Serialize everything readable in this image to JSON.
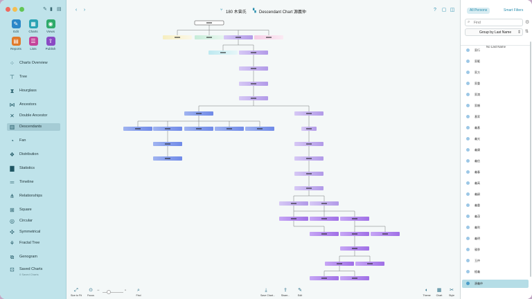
{
  "window": {
    "title": "180 木曾氏",
    "subtitle": "Descendant Chart 源義仲"
  },
  "toolbar": [
    {
      "id": "edit",
      "label": "Edit",
      "icon": "pencil-icon",
      "color": "#2a87c8"
    },
    {
      "id": "charts",
      "label": "Charts",
      "icon": "chart-icon",
      "color": "#2aa3b3"
    },
    {
      "id": "views",
      "label": "Views",
      "icon": "eye-icon",
      "color": "#2eaa6a"
    },
    {
      "id": "reports",
      "label": "Reports",
      "icon": "report-icon",
      "color": "#e07a2a"
    },
    {
      "id": "lists",
      "label": "Lists",
      "icon": "list-icon",
      "color": "#c4449a"
    },
    {
      "id": "publish",
      "label": "Publish",
      "icon": "publish-icon",
      "color": "#8a4ac4"
    }
  ],
  "nav": [
    {
      "label": "Charts Overview",
      "icon": "grid-icon"
    },
    {
      "label": "Tree",
      "icon": "tree-icon"
    },
    {
      "label": "Hourglass",
      "icon": "hourglass-icon"
    },
    {
      "label": "Ancestors",
      "icon": "ancestors-icon"
    },
    {
      "label": "Double Ancestor",
      "icon": "double-ancestor-icon"
    },
    {
      "label": "Descendants",
      "icon": "descendants-icon",
      "selected": true
    },
    {
      "label": "Fan",
      "icon": "fan-icon"
    },
    {
      "label": "Distribution",
      "icon": "distribution-icon"
    },
    {
      "label": "Statistics",
      "icon": "statistics-icon"
    },
    {
      "label": "Timeline",
      "icon": "timeline-icon"
    },
    {
      "label": "Relationships",
      "icon": "relationships-icon"
    },
    {
      "label": "Square",
      "icon": "square-icon"
    },
    {
      "label": "Circular",
      "icon": "circular-icon"
    },
    {
      "label": "Symmetrical",
      "icon": "symmetrical-icon"
    },
    {
      "label": "Fractal Tree",
      "icon": "fractal-tree-icon"
    },
    {
      "label": "Genogram",
      "icon": "genogram-icon"
    },
    {
      "label": "Saved Charts",
      "icon": "saved-charts-icon",
      "sub": "0 Saved Charts"
    }
  ],
  "bottombar": [
    {
      "label": "Size to Fit",
      "icon": "size-to-fit-icon"
    },
    {
      "label": "Focus",
      "icon": "focus-icon"
    },
    {
      "label": "Find",
      "icon": "find-icon"
    },
    {
      "label": "Save Chart...",
      "icon": "save-chart-icon"
    },
    {
      "label": "Share...",
      "icon": "share-icon"
    },
    {
      "label": "Edit",
      "icon": "edit-icon"
    },
    {
      "label": "Theme",
      "icon": "theme-icon"
    },
    {
      "label": "Chart",
      "icon": "chart-settings-icon"
    },
    {
      "label": "Style",
      "icon": "style-icon"
    }
  ],
  "zoom": {
    "level": 0.3
  },
  "panel": {
    "tabs": [
      "All Persons",
      "Smart Filters"
    ],
    "search_placeholder": "Find",
    "group_by": "Group by Last Name",
    "group_header": "No Last Name",
    "persons": [
      "家行",
      "家範",
      "家方",
      "家重",
      "家満",
      "家頼",
      "基家",
      "義基",
      "義光",
      "義康",
      "義信",
      "義春",
      "義高",
      "義嗣",
      "義重",
      "義茂",
      "義利",
      "義明",
      "親季",
      "玉仲",
      "経義",
      "源義仲"
    ],
    "selected_person": "源義仲"
  },
  "colors": {
    "accent": "#2a8fae",
    "sidebar": "#bfe3ea",
    "selected": "#a5ccd5"
  }
}
